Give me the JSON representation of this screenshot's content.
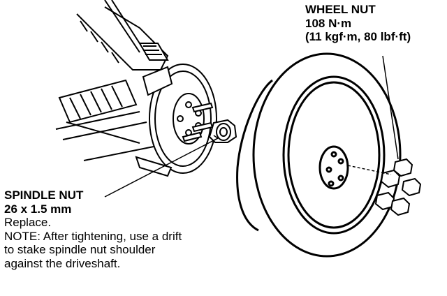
{
  "wheel_nut": {
    "title": "WHEEL NUT",
    "torque_nm": "108 N·m",
    "torque_alt": "(11 kgf·m, 80 lbf·ft)"
  },
  "spindle_nut": {
    "title": "SPINDLE NUT",
    "size": "26 x 1.5 mm",
    "instruction": "Replace.",
    "note_line1": "NOTE:  After tightening, use a drift",
    "note_line2": "to stake spindle nut shoulder",
    "note_line3": "against the driveshaft."
  },
  "colors": {
    "ink": "#000000",
    "paper": "#ffffff"
  }
}
